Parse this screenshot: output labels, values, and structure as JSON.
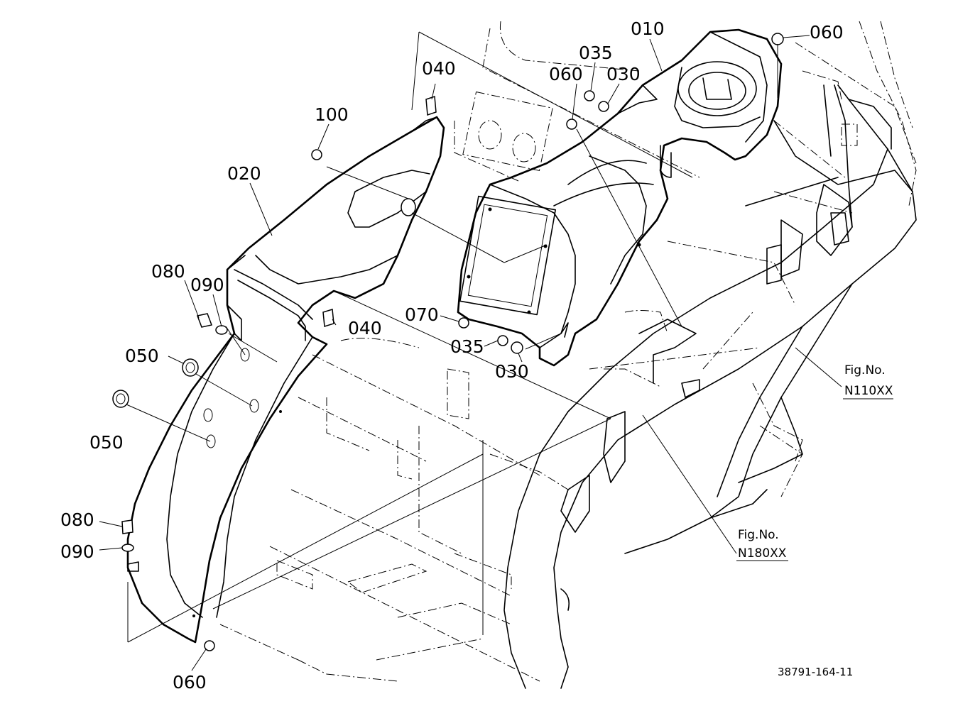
{
  "labels": {
    "p010": "010",
    "p020": "020",
    "p030a": "030",
    "p030b": "030",
    "p035a": "035",
    "p035b": "035",
    "p040a": "040",
    "p040b": "040",
    "p050a": "050",
    "p050b": "050",
    "p060a": "060",
    "p060b": "060",
    "p060c": "060",
    "p070": "070",
    "p080a": "080",
    "p080b": "080",
    "p090a": "090",
    "p090b": "090",
    "p100": "100"
  },
  "refs": {
    "fig_n110_title": "Fig.No.",
    "fig_n110_code": "N110XX",
    "fig_n180_title": "Fig.No.",
    "fig_n180_code": "N180XX"
  },
  "doc_id": "38791-164-11"
}
